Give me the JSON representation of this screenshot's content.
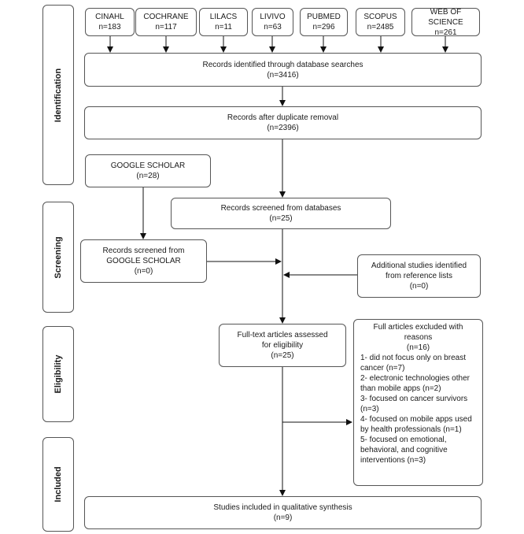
{
  "stages": {
    "identification": "Identification",
    "screening": "Screening",
    "eligibility": "Eligibility",
    "included": "Included"
  },
  "databases": [
    {
      "name": "CINAHL",
      "count": "n=183"
    },
    {
      "name": "COCHRANE",
      "count": "n=117"
    },
    {
      "name": "LILACS",
      "count": "n=11"
    },
    {
      "name": "LIVIVO",
      "count": "n=63"
    },
    {
      "name": "PUBMED",
      "count": "n=296"
    },
    {
      "name": "SCOPUS",
      "count": "n=2485"
    },
    {
      "name": "WEB OF SCIENCE",
      "count": "n=261"
    }
  ],
  "identified": {
    "line1": "Records identified through database searches",
    "line2": "(n=3416)"
  },
  "dedup": {
    "line1": "Records after duplicate removal",
    "line2": "(n=2396)"
  },
  "google": {
    "line1": "GOOGLE SCHOLAR",
    "line2": "(n=28)"
  },
  "screened_db": {
    "line1": "Records screened from databases",
    "line2": "(n=25)"
  },
  "screened_google": {
    "line1": "Records screened from",
    "line2": "GOOGLE SCHOLAR",
    "line3": "(n=0)"
  },
  "additional": {
    "line1": "Additional studies identified",
    "line2": "from reference lists",
    "line3": "(n=0)"
  },
  "fulltext": {
    "line1": "Full-text articles assessed",
    "line2": "for eligibility",
    "line3": "(n=25)"
  },
  "excluded": {
    "line1": "Full articles excluded with",
    "line2": "reasons",
    "line3": "(n=16)",
    "reasons": [
      "1- did not focus only on breast",
      "cancer (n=7)",
      "2- electronic technologies other",
      "than mobile apps (n=2)",
      "3- focused on cancer survivors",
      "(n=3)",
      "4- focused on mobile apps used",
      "by health professionals (n=1)",
      "5- focused on emotional,",
      "behavioral, and cognitive",
      "interventions (n=3)"
    ]
  },
  "included": {
    "line1": "Studies included in qualitative synthesis",
    "line2": "(n=9)"
  }
}
